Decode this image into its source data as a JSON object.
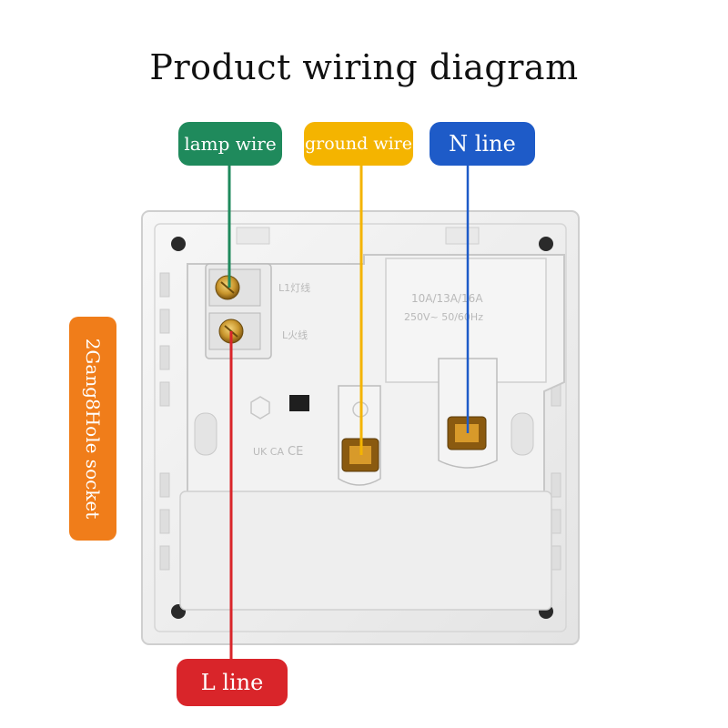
{
  "title": "Product wiring diagram",
  "labels": {
    "lamp_wire": "lamp wire",
    "ground_wire": "ground wire",
    "n_line": "N line",
    "l_line": "L line",
    "side": "2Gang8Hole socket"
  },
  "plate": {
    "rating": "10A/13A/16A",
    "voltage": "250V~ 50/60Hz",
    "terminal_top": "L1灯线",
    "terminal_bottom": "L火线",
    "mark_ukca": "UK CA",
    "mark_ce": "CE"
  },
  "colors": {
    "lamp_wire": "#1f8a5c",
    "ground_wire": "#f4b400",
    "n_line": "#1e5bc8",
    "l_line": "#d9252a",
    "side_label": "#f07d1a"
  }
}
